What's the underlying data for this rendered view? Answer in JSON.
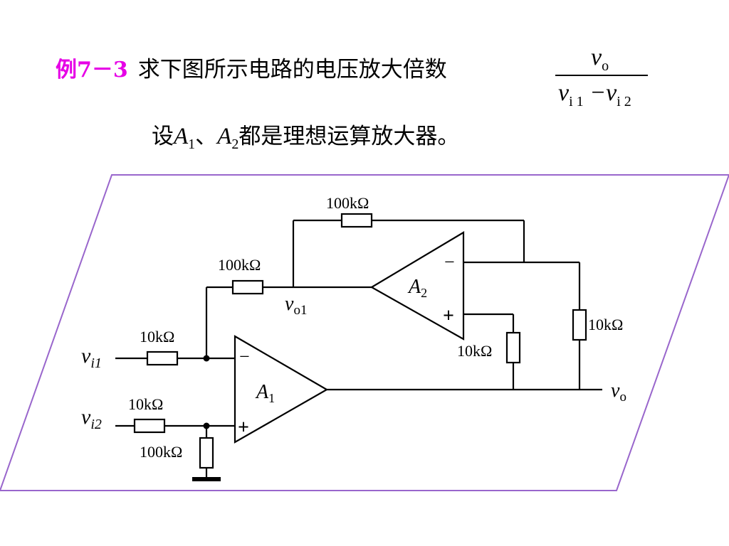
{
  "title": {
    "example_label": "例7－3",
    "text": "求下图所示电路的电压放大倍数",
    "fraction": {
      "numerator_var": "v",
      "numerator_sub": "o",
      "denominator_var1": "v",
      "denominator_sub1": "i 1",
      "minus": " −",
      "denominator_var2": "v",
      "denominator_sub2": "i 2"
    }
  },
  "assumption": {
    "prefix": "设",
    "a1_var": "A",
    "a1_sub": "1",
    "separator": "、",
    "a2_var": "A",
    "a2_sub": "2",
    "suffix": "都是理想运算放大器。"
  },
  "circuit": {
    "frame_color": "#9966cc",
    "opamp_a1": {
      "var": "A",
      "sub": "1",
      "minus_sign": "−",
      "plus_sign": "+"
    },
    "opamp_a2": {
      "var": "A",
      "sub": "2",
      "minus_sign": "−",
      "plus_sign": "+"
    },
    "resistors": {
      "r_feedback_a2": "100kΩ",
      "r_input_a2": "100kΩ",
      "r_vi1": "10kΩ",
      "r_vi2": "10kΩ",
      "r_ground": "100kΩ",
      "r_a2_plus": "10kΩ",
      "r_output": "10kΩ"
    },
    "labels": {
      "vi1_var": "v",
      "vi1_sub": "i1",
      "vi2_var": "v",
      "vi2_sub": "i2",
      "vo1_var": "v",
      "vo1_sub": "o1",
      "vo_var": "v",
      "vo_sub": "o"
    }
  }
}
